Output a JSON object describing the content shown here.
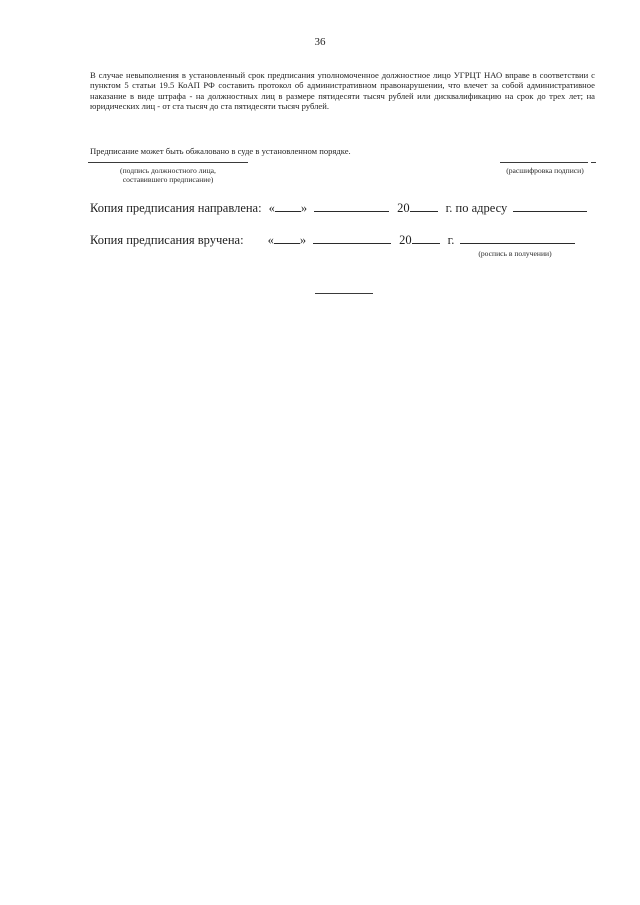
{
  "page": {
    "number": "36"
  },
  "body": {
    "paragraph": "В случае невыполнения в установленный срок предписания уполномоченное должностное лицо УГРЦТ НАО  вправе в соответствии с пунктом 5 статьи 19.5 КоАП РФ составить протокол об административном правонарушении, что влечет за собой административное наказание в виде штрафа - на должностных лиц в размере пятидесяти тысяч рублей или дисквалификацию на срок до трех лет; на юридических лиц - от ста тысяч до ста пятидесяти тысяч рублей.",
    "appeal": "Предписание может быть обжаловано в  суде в установленном порядке."
  },
  "signature": {
    "left_label_line1": "(подпись должностного лица,",
    "left_label_line2": "составившего предписание)",
    "right_label": "(расшифровка подписи)"
  },
  "copy_sent": {
    "label": "Копия предписания направлена:",
    "quote_open": "«",
    "quote_close": "»",
    "year": "20",
    "suffix": "г. по адресу"
  },
  "copy_received": {
    "label": "Копия предписания  вручена:",
    "quote_open": "«",
    "quote_close": "»",
    "year": "20",
    "suffix": "г.",
    "receipt_note": "(роспись в получении)"
  }
}
